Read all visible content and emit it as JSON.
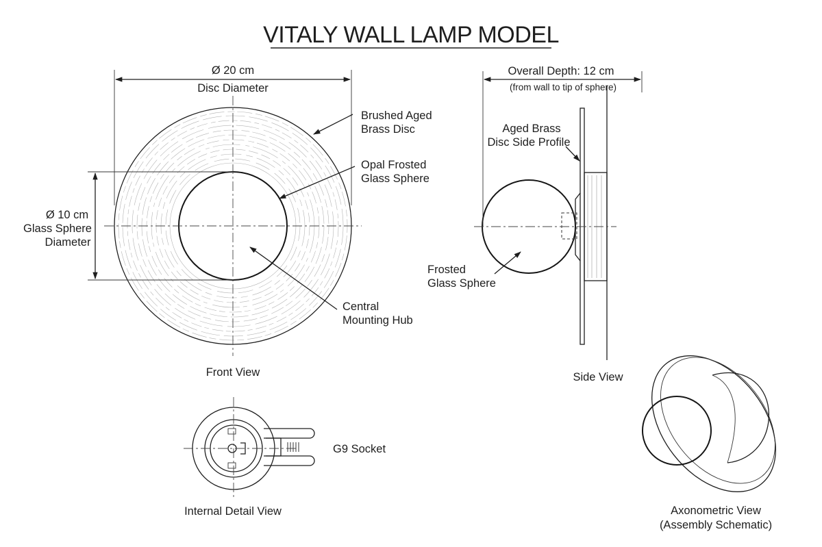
{
  "title": "VITALY WALL LAMP MODEL",
  "front_view": {
    "disc_dim_value": "Ø 20 cm",
    "disc_dim_label": "Disc Diameter",
    "sphere_dim_value": "Ø 10 cm",
    "sphere_dim_label_1": "Glass Sphere",
    "sphere_dim_label_2": "Diameter",
    "callout_disc_1": "Brushed Aged",
    "callout_disc_2": "Brass Disc",
    "callout_sphere_1": "Opal Frosted",
    "callout_sphere_2": "Glass Sphere",
    "callout_hub_1": "Central",
    "callout_hub_2": "Mounting Hub",
    "caption": "Front View"
  },
  "side_view": {
    "depth_dim": "Overall Depth: 12 cm",
    "depth_note": "(from wall to tip of sphere)",
    "callout_profile_1": "Aged Brass",
    "callout_profile_2": "Disc Side Profile",
    "callout_sphere_1": "Frosted",
    "callout_sphere_2": "Glass Sphere",
    "caption": "Side View"
  },
  "detail_view": {
    "socket_label": "G9 Socket",
    "caption": "Internal Detail View"
  },
  "axonometric_view": {
    "caption_1": "Axonometric View",
    "caption_2": "(Assembly Schematic)"
  }
}
